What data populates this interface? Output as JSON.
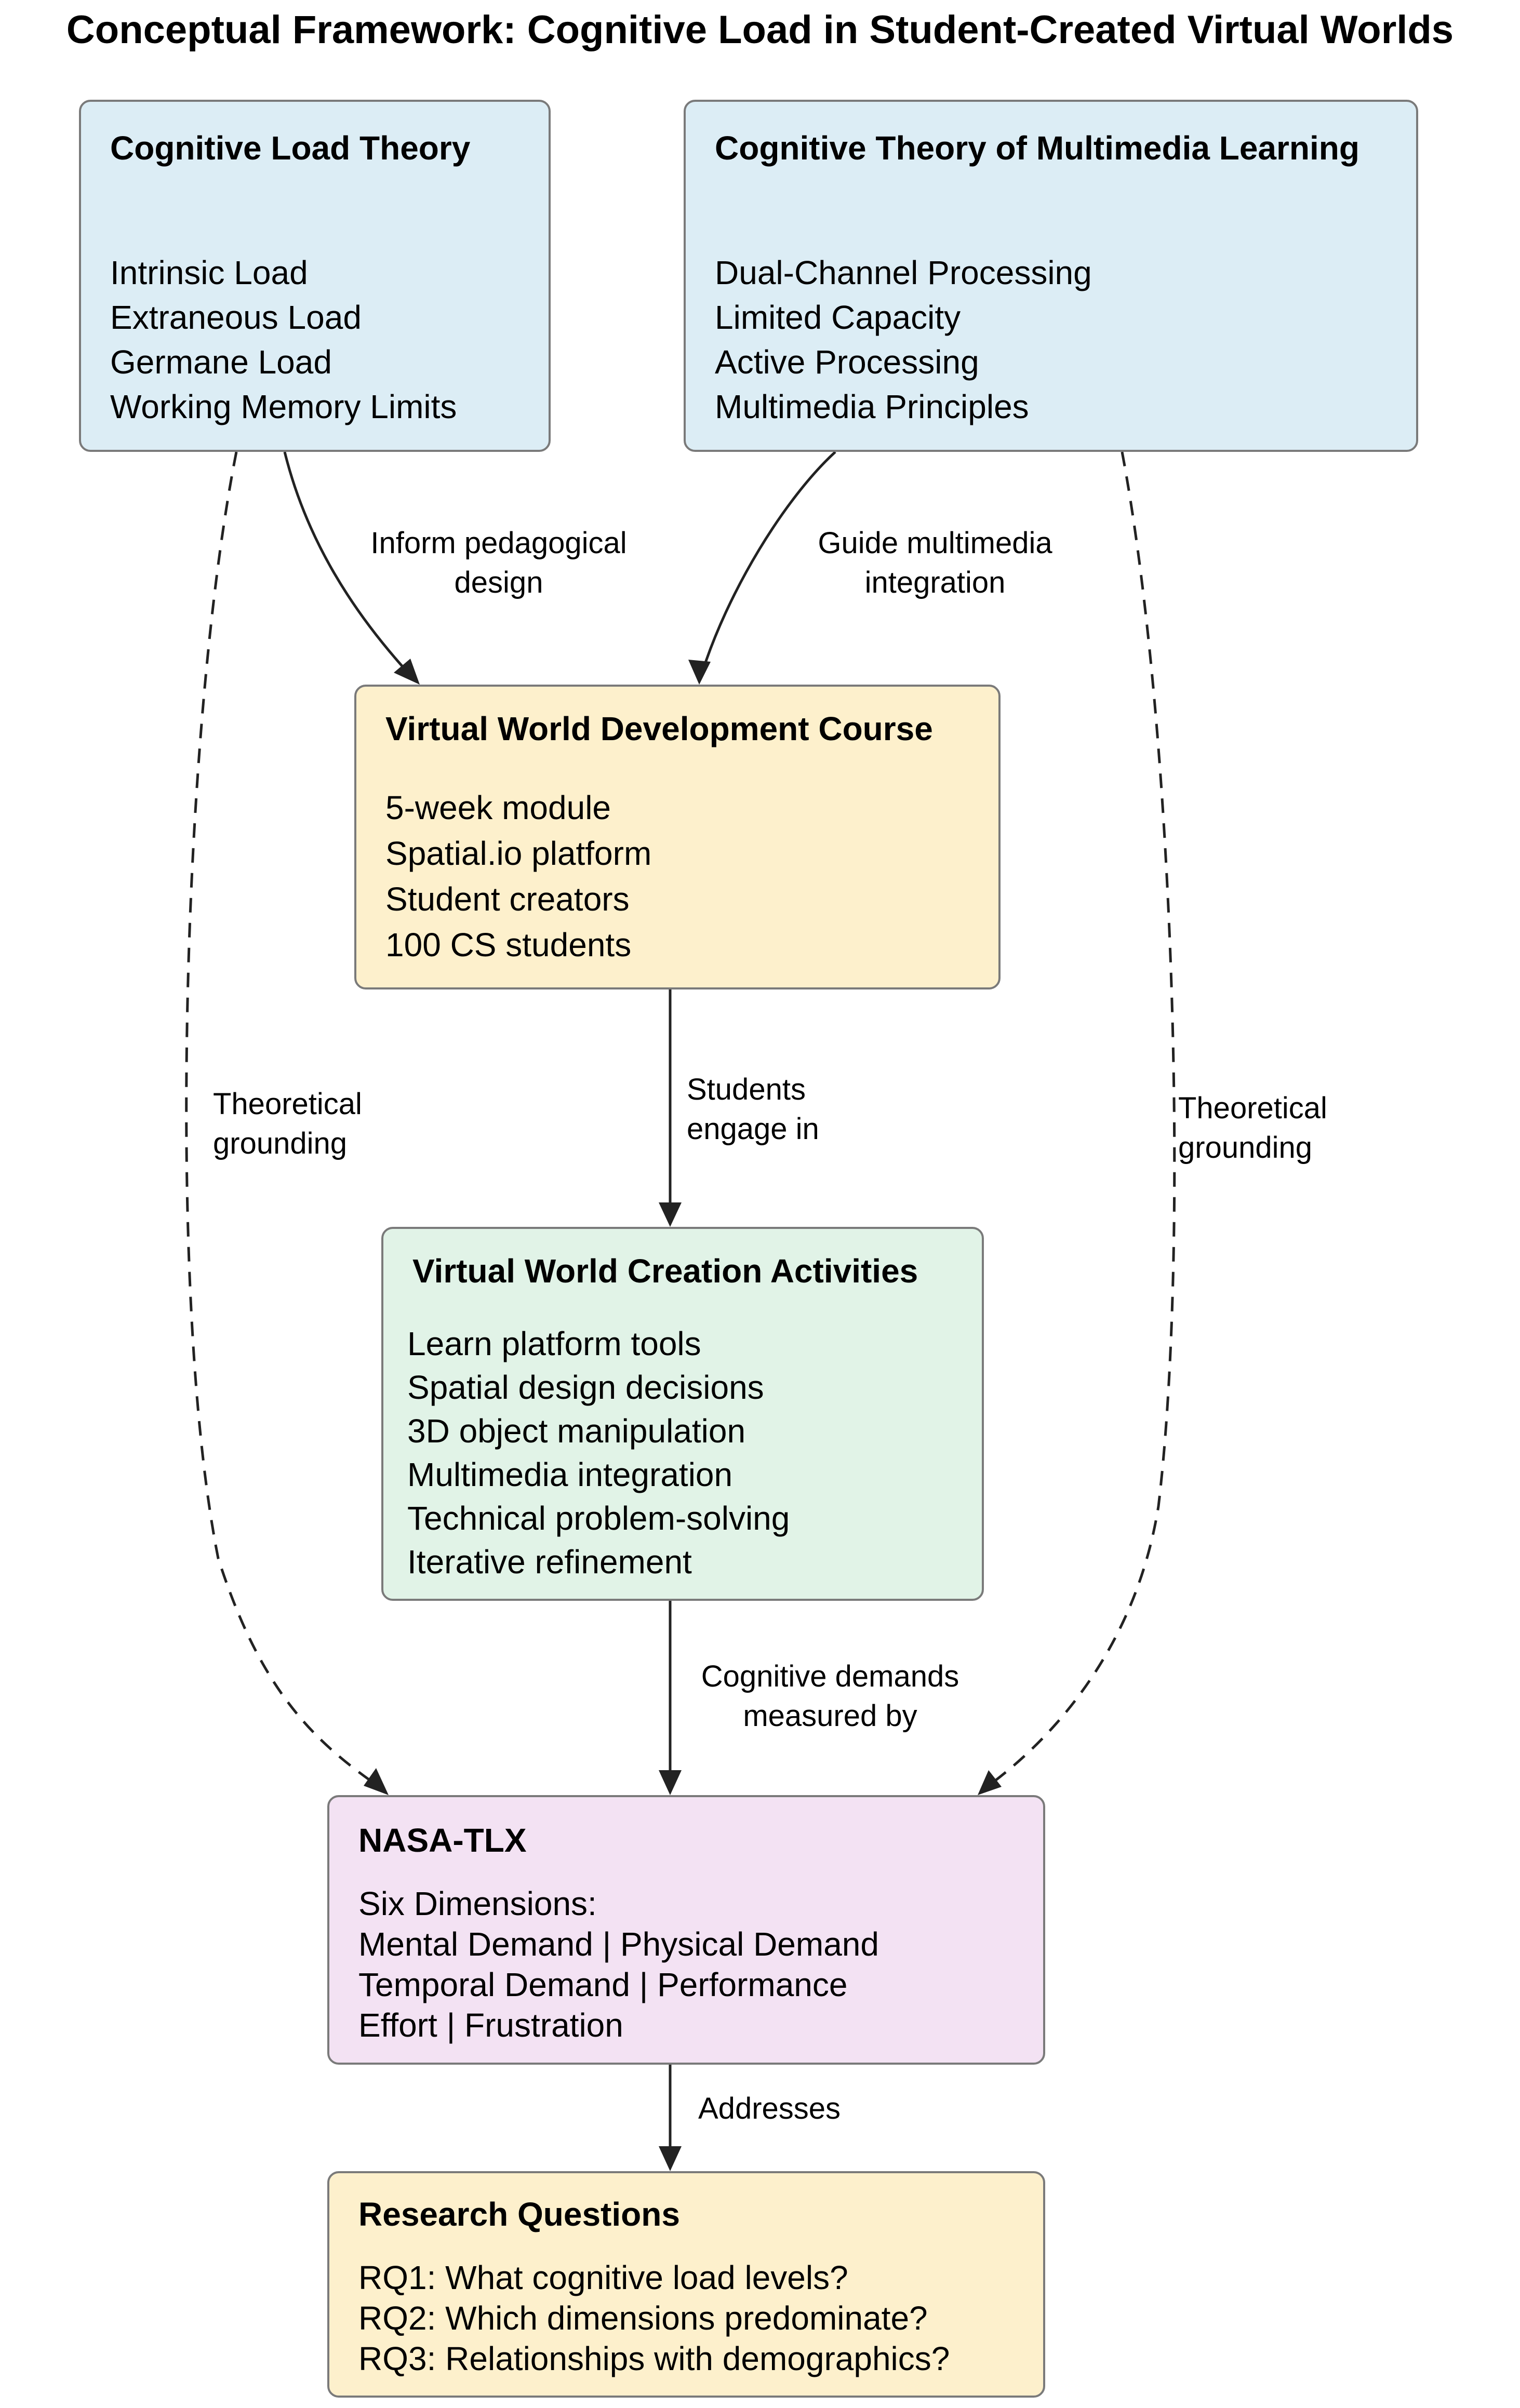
{
  "title": "Conceptual Framework: Cognitive Load in Student-Created Virtual Worlds",
  "boxes": {
    "clt": {
      "heading": "Cognitive Load Theory",
      "items": [
        "Intrinsic Load",
        "Extraneous Load",
        "Germane Load",
        "Working Memory Limits"
      ]
    },
    "ctml": {
      "heading": "Cognitive Theory of Multimedia Learning",
      "items": [
        "Dual-Channel Processing",
        "Limited Capacity",
        "Active Processing",
        "Multimedia Principles"
      ]
    },
    "course": {
      "heading": "Virtual World Development Course",
      "items": [
        "5-week module",
        "Spatial.io platform",
        "Student creators",
        "100 CS students"
      ]
    },
    "activities": {
      "heading": "Virtual World Creation Activities",
      "items": [
        "Learn platform tools",
        "Spatial design decisions",
        "3D object manipulation",
        "Multimedia integration",
        "Technical problem-solving",
        "Iterative refinement"
      ]
    },
    "nasa": {
      "heading": "NASA-TLX",
      "items": [
        "Six Dimensions:",
        "Mental Demand | Physical Demand",
        "Temporal Demand | Performance",
        "Effort | Frustration"
      ]
    },
    "rq": {
      "heading": "Research Questions",
      "items": [
        "RQ1: What cognitive load levels?",
        "RQ2: Which dimensions predominate?",
        "RQ3: Relationships with demographics?"
      ]
    }
  },
  "edge_labels": {
    "inform": [
      "Inform pedagogical",
      "design"
    ],
    "guide": [
      "Guide multimedia",
      "integration"
    ],
    "engage": [
      "Students",
      "engage in"
    ],
    "measured": [
      "Cognitive demands",
      "measured by"
    ],
    "addresses": "Addresses",
    "grounding_left": [
      "Theoretical",
      "grounding"
    ],
    "grounding_right": [
      "Theoretical",
      "grounding"
    ]
  },
  "colors": {
    "theory_box": "#dcedf5",
    "course_box": "#fdf0cc",
    "activities_box": "#e1f3e7",
    "nasa_box": "#f3e2f3",
    "rq_box": "#fdf0cc",
    "border": "#7a7a7a",
    "arrow": "#222222"
  }
}
